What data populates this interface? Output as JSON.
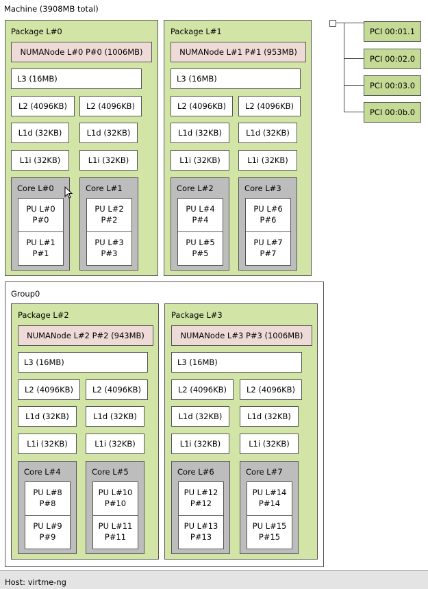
{
  "machine": {
    "title": "Machine (3908MB total)",
    "group_label": "Group0",
    "host": "Host: virtme-ng"
  },
  "packages": [
    {
      "label": "Package L#0",
      "numa": "NUMANode L#0 P#0 (1006MB)",
      "l3": "L3 (16MB)",
      "l2": [
        "L2 (4096KB)",
        "L2 (4096KB)"
      ],
      "l1d": [
        "L1d (32KB)",
        "L1d (32KB)"
      ],
      "l1i": [
        "L1i (32KB)",
        "L1i (32KB)"
      ],
      "cores": [
        {
          "label": "Core L#0",
          "pus": [
            {
              "l": "PU L#0",
              "p": "P#0"
            },
            {
              "l": "PU L#1",
              "p": "P#1"
            }
          ]
        },
        {
          "label": "Core L#1",
          "pus": [
            {
              "l": "PU L#2",
              "p": "P#2"
            },
            {
              "l": "PU L#3",
              "p": "P#3"
            }
          ]
        }
      ]
    },
    {
      "label": "Package L#1",
      "numa": "NUMANode L#1 P#1 (953MB)",
      "l3": "L3 (16MB)",
      "l2": [
        "L2 (4096KB)",
        "L2 (4096KB)"
      ],
      "l1d": [
        "L1d (32KB)",
        "L1d (32KB)"
      ],
      "l1i": [
        "L1i (32KB)",
        "L1i (32KB)"
      ],
      "cores": [
        {
          "label": "Core L#2",
          "pus": [
            {
              "l": "PU L#4",
              "p": "P#4"
            },
            {
              "l": "PU L#5",
              "p": "P#5"
            }
          ]
        },
        {
          "label": "Core L#3",
          "pus": [
            {
              "l": "PU L#6",
              "p": "P#6"
            },
            {
              "l": "PU L#7",
              "p": "P#7"
            }
          ]
        }
      ]
    },
    {
      "label": "Package L#2",
      "numa": "NUMANode L#2 P#2 (943MB)",
      "l3": "L3 (16MB)",
      "l2": [
        "L2 (4096KB)",
        "L2 (4096KB)"
      ],
      "l1d": [
        "L1d (32KB)",
        "L1d (32KB)"
      ],
      "l1i": [
        "L1i (32KB)",
        "L1i (32KB)"
      ],
      "cores": [
        {
          "label": "Core L#4",
          "pus": [
            {
              "l": "PU L#8",
              "p": "P#8"
            },
            {
              "l": "PU L#9",
              "p": "P#9"
            }
          ]
        },
        {
          "label": "Core L#5",
          "pus": [
            {
              "l": "PU L#10",
              "p": "P#10"
            },
            {
              "l": "PU L#11",
              "p": "P#11"
            }
          ]
        }
      ]
    },
    {
      "label": "Package L#3",
      "numa": "NUMANode L#3 P#3 (1006MB)",
      "l3": "L3 (16MB)",
      "l2": [
        "L2 (4096KB)",
        "L2 (4096KB)"
      ],
      "l1d": [
        "L1d (32KB)",
        "L1d (32KB)"
      ],
      "l1i": [
        "L1i (32KB)",
        "L1i (32KB)"
      ],
      "cores": [
        {
          "label": "Core L#6",
          "pus": [
            {
              "l": "PU L#12",
              "p": "P#12"
            },
            {
              "l": "PU L#13",
              "p": "P#13"
            }
          ]
        },
        {
          "label": "Core L#7",
          "pus": [
            {
              "l": "PU L#14",
              "p": "P#14"
            },
            {
              "l": "PU L#15",
              "p": "P#15"
            }
          ]
        }
      ]
    }
  ],
  "pci_devices": [
    "PCI 00:01.1",
    "PCI 00:02.0",
    "PCI 00:03.0",
    "PCI 00:0b.0"
  ],
  "colors": {
    "package": "#d2e5a6",
    "numa": "#eedad6",
    "core": "#bdbdbd",
    "pci": "#c5da95"
  }
}
